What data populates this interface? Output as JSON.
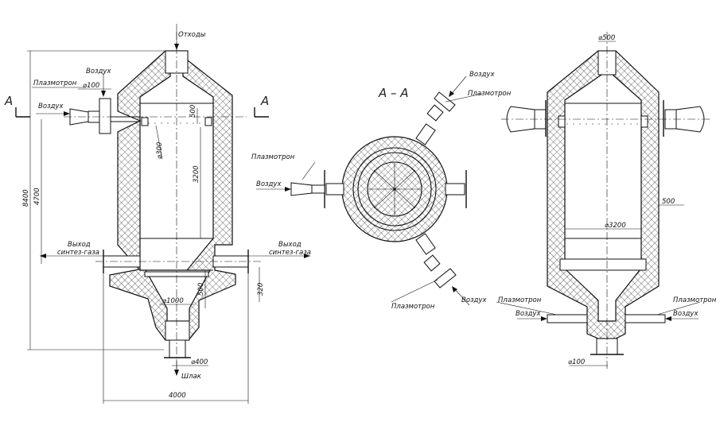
{
  "left_view": {
    "top_outlet": "Отходы",
    "air_label": "Воздух",
    "air_label_2": "Воздух",
    "plasmatron": "Плазмотрон",
    "dia_100": "⌀100",
    "dia_300": "⌀300",
    "dim_500_top": "500",
    "dim_3200": "3200",
    "dim_4700": "4700",
    "dim_8400": "8400",
    "outlet_left_1": "Выход",
    "outlet_left_2": "синтез-газа",
    "outlet_right_1": "Выход",
    "outlet_right_2": "синтез-газа",
    "dim_500_lower": "500",
    "dia_1000": "⌀1000",
    "dia_400": "⌀400",
    "slag": "Шлак",
    "dim_4000": "4000",
    "dim_320": "320",
    "section_mark": "А"
  },
  "section_view": {
    "title": "А – А",
    "plasmatron_top": "Плазмотрон",
    "air_top": "Воздух",
    "plasmatron_left": "Плазмотрон",
    "air_left": "Воздух",
    "plasmatron_bottom": "Плазмотрон",
    "air_bottom": "Воздух"
  },
  "right_view": {
    "dia_500": "⌀500",
    "dim_500": "500",
    "dia_3200": "⌀3200",
    "plasmatron_left": "Плазмотрон",
    "air_left": "Воздух",
    "plasmatron_right": "Плазмотрон",
    "air_right": "Воздух",
    "dia_100": "⌀100"
  }
}
